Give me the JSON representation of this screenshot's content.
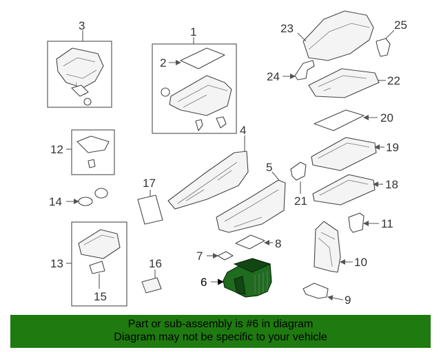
{
  "callouts": {
    "c1": "1",
    "c2": "2",
    "c3": "3",
    "c4": "4",
    "c5": "5",
    "c6": "6",
    "c7": "7",
    "c8": "8",
    "c9": "9",
    "c10": "10",
    "c11": "11",
    "c12": "12",
    "c13": "13",
    "c14": "14",
    "c15": "15",
    "c16": "16",
    "c17": "17",
    "c18": "18",
    "c19": "19",
    "c20": "20",
    "c21": "21",
    "c22": "22",
    "c23": "23",
    "c24": "24",
    "c25": "25"
  },
  "footer": {
    "line1": "Part or sub-assembly is #6 in diagram",
    "line2": "Diagram may not be specific to your vehicle"
  },
  "colors": {
    "highlight": "#1f6b1f",
    "banner": "#1f7a10"
  }
}
